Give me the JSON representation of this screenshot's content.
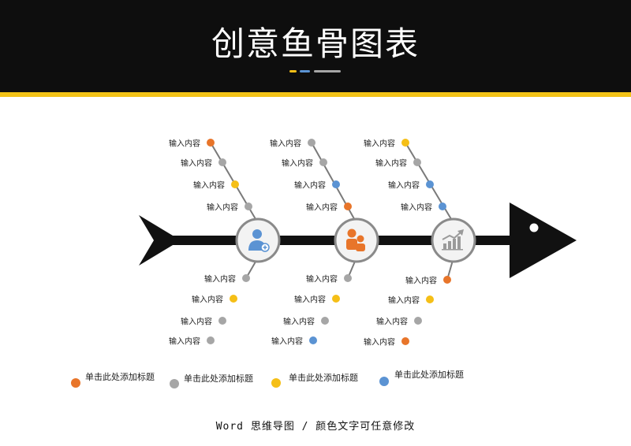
{
  "title": "创意鱼骨图表",
  "footer": "Word 思维导图 / 颜色文字可任意修改",
  "colors": {
    "header_bg": "#0e0e0e",
    "accent_yellow": "#f3c318",
    "orange": "#e8752a",
    "gray": "#a6a6a6",
    "yellow": "#f5bf17",
    "blue": "#5b93d3",
    "spine": "#111111"
  },
  "title_dashes": [
    "yellow",
    "blue",
    "gray"
  ],
  "branch_label": "输入内容",
  "nodes": [
    {
      "icon": "user-add-icon"
    },
    {
      "icon": "group-icon"
    },
    {
      "icon": "growth-chart-icon"
    }
  ],
  "branches": [
    {
      "dots": [
        "orange",
        "gray",
        "yellow",
        "gray"
      ],
      "labels": [
        "输入内容",
        "输入内容",
        "输入内容",
        "输入内容"
      ]
    },
    {
      "dots": [
        "gray",
        "gray",
        "blue",
        "orange"
      ],
      "labels": [
        "输入内容",
        "输入内容",
        "输入内容",
        "输入内容"
      ]
    },
    {
      "dots": [
        "yellow",
        "gray",
        "blue",
        "blue"
      ],
      "labels": [
        "输入内容",
        "输入内容",
        "输入内容",
        "输入内容"
      ]
    },
    {
      "dots": [
        "gray",
        "yellow",
        "gray",
        "gray"
      ],
      "labels": [
        "输入内容",
        "输入内容",
        "输入内容",
        "输入内容"
      ]
    },
    {
      "dots": [
        "gray",
        "yellow",
        "gray",
        "blue"
      ],
      "labels": [
        "输入内容",
        "输入内容",
        "输入内容",
        "输入内容"
      ]
    },
    {
      "dots": [
        "orange",
        "yellow",
        "gray",
        "orange"
      ],
      "labels": [
        "输入内容",
        "输入内容",
        "输入内容",
        "输入内容"
      ]
    }
  ],
  "legend": [
    {
      "color": "orange",
      "label": "单击此处添加标题"
    },
    {
      "color": "gray",
      "label": "单击此处添加标题"
    },
    {
      "color": "yellow",
      "label": "单击此处添加标题"
    },
    {
      "color": "blue",
      "label": "单击此处添加标题"
    }
  ]
}
